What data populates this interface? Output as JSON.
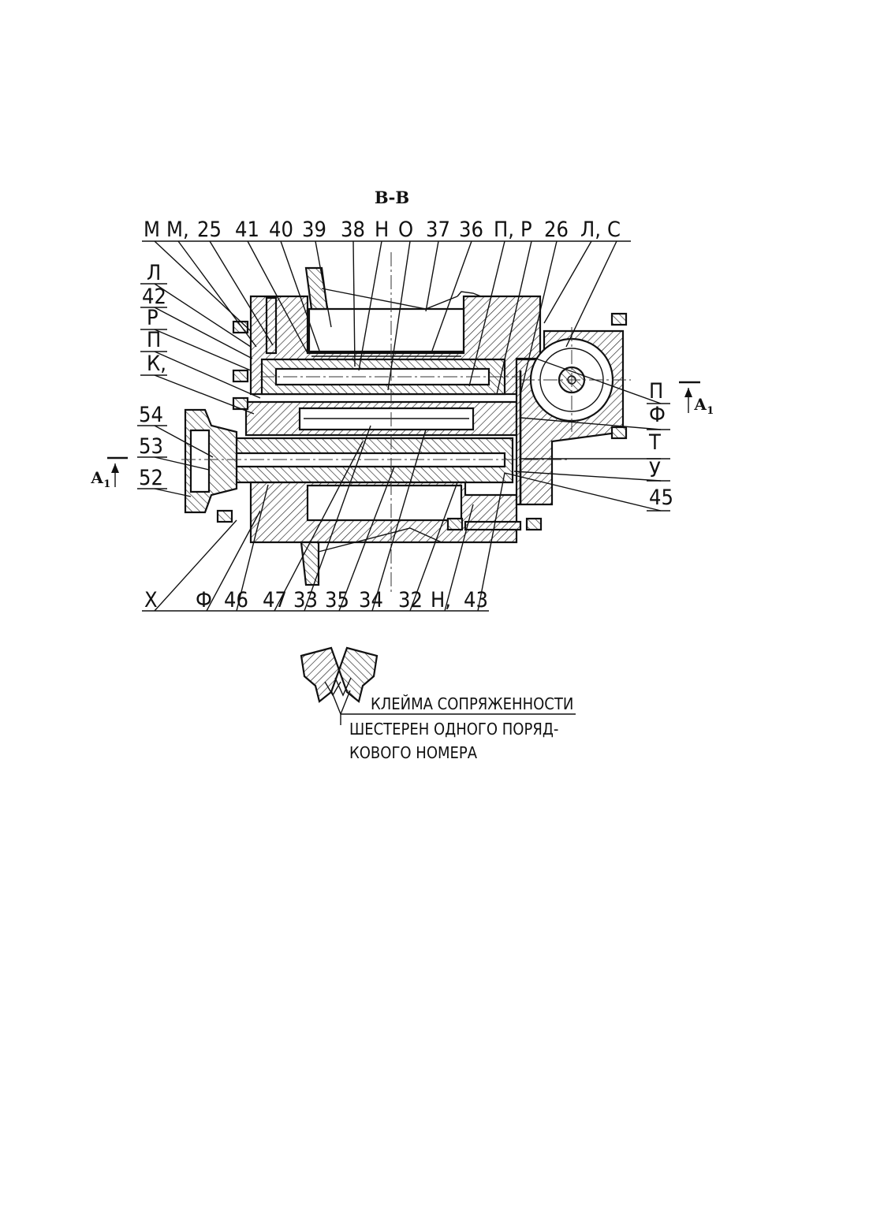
{
  "section_title": "В-В",
  "cut_marks": {
    "left": {
      "letter": "А",
      "sub": "1"
    },
    "right": {
      "letter": "А",
      "sub": "1"
    }
  },
  "labels_top": [
    "М",
    "М,",
    "25",
    "41",
    "40",
    "39",
    "38",
    "Н",
    "О",
    "37",
    "36",
    "П,",
    "Р",
    "26",
    "Л,",
    "С"
  ],
  "labels_left": [
    "Л",
    "42",
    "Р",
    "П",
    "К,",
    "54",
    "53",
    "52"
  ],
  "labels_right": [
    "П",
    "Ф",
    "Т",
    "У",
    "45"
  ],
  "labels_bottom": [
    "Х",
    "Ф",
    "46",
    "47",
    "33",
    "35",
    "34",
    "32",
    "Н,",
    "43"
  ],
  "note": {
    "line1": "КЛЕЙМА СОПРЯЖЕННОСТИ",
    "line2": "ШЕСТЕРЕН ОДНОГО ПОРЯД-",
    "line3": "КОВОГО НОМЕРА"
  }
}
